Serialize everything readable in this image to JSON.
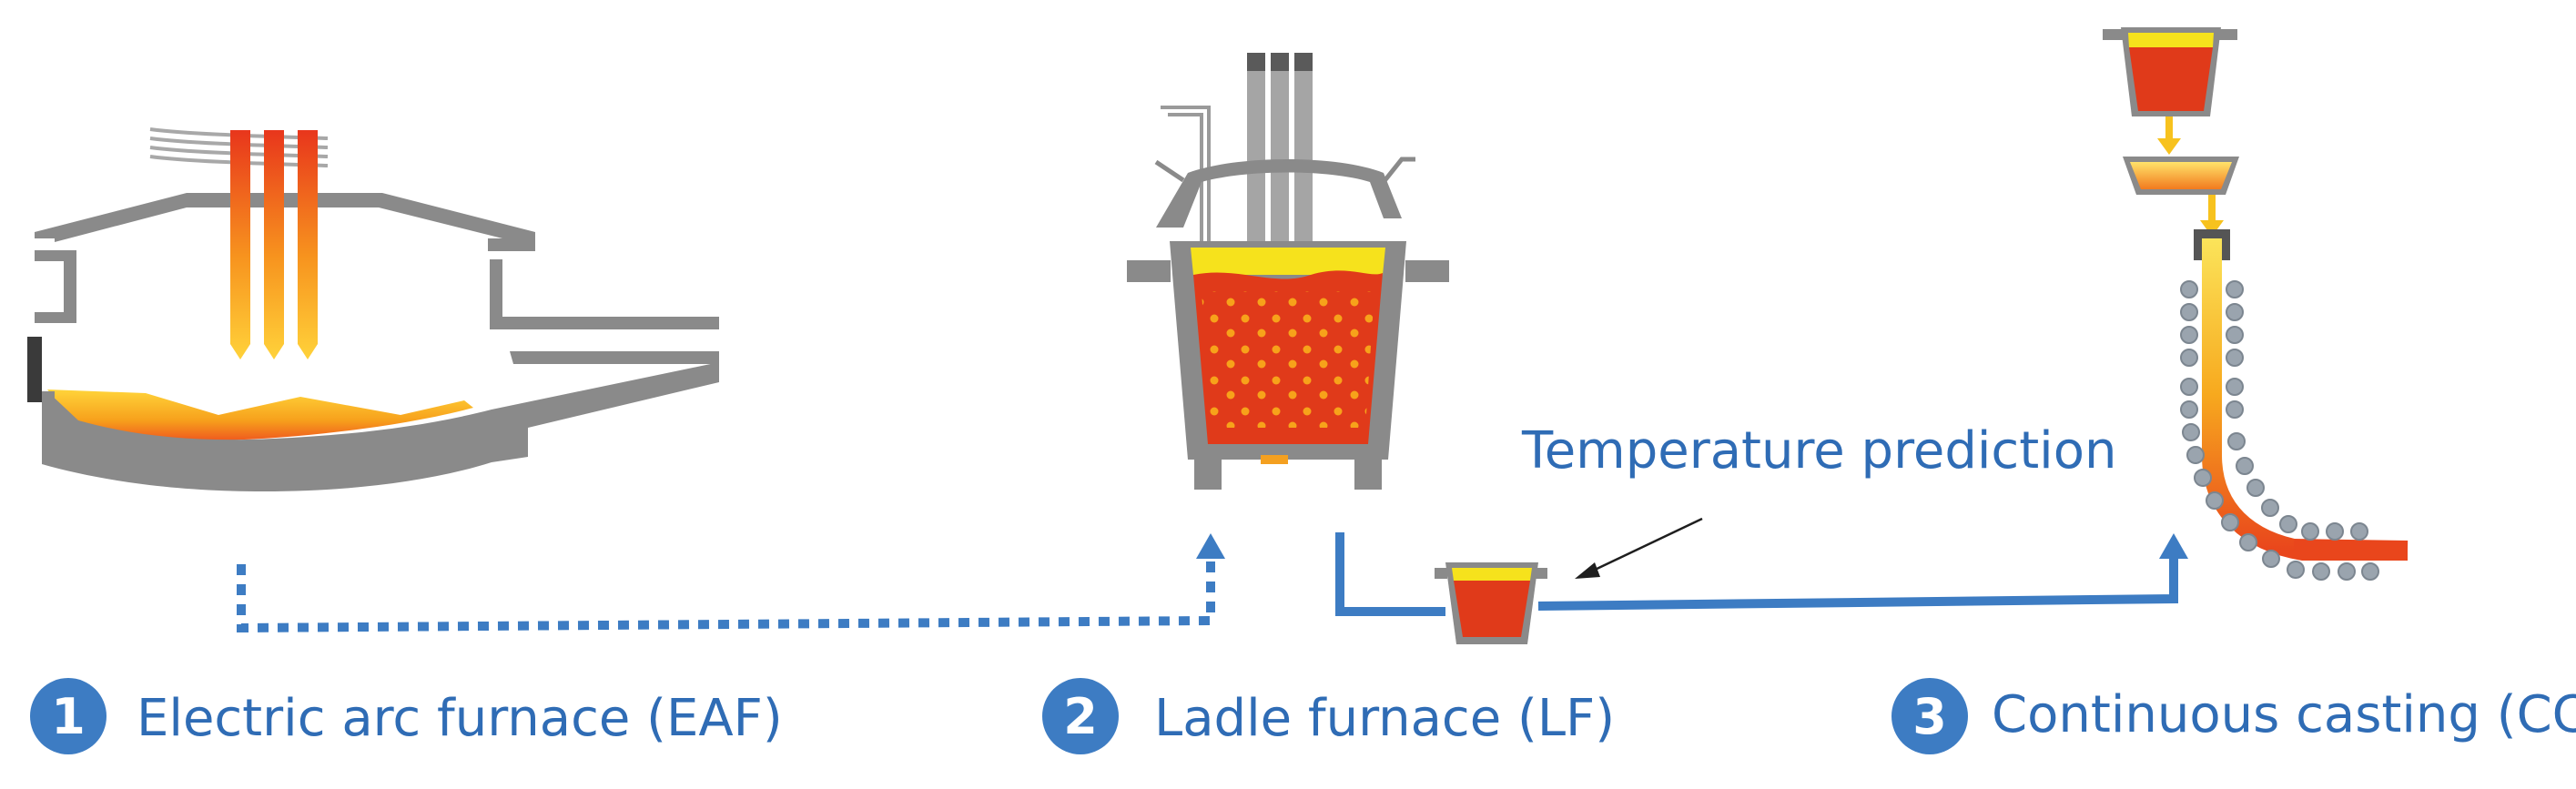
{
  "annotation": {
    "label": "Temperature prediction"
  },
  "stages": [
    {
      "number": "1",
      "label": "Electric arc furnace (EAF)"
    },
    {
      "number": "2",
      "label": "Ladle furnace (LF)"
    },
    {
      "number": "3",
      "label": "Continuous casting (CC)"
    }
  ],
  "colors": {
    "accent": "#3d7cc3",
    "text": "#2f6cb5",
    "steel": "#8a8a8a",
    "molten_red": "#e03a1a",
    "slag_yellow": "#f6e21c"
  }
}
